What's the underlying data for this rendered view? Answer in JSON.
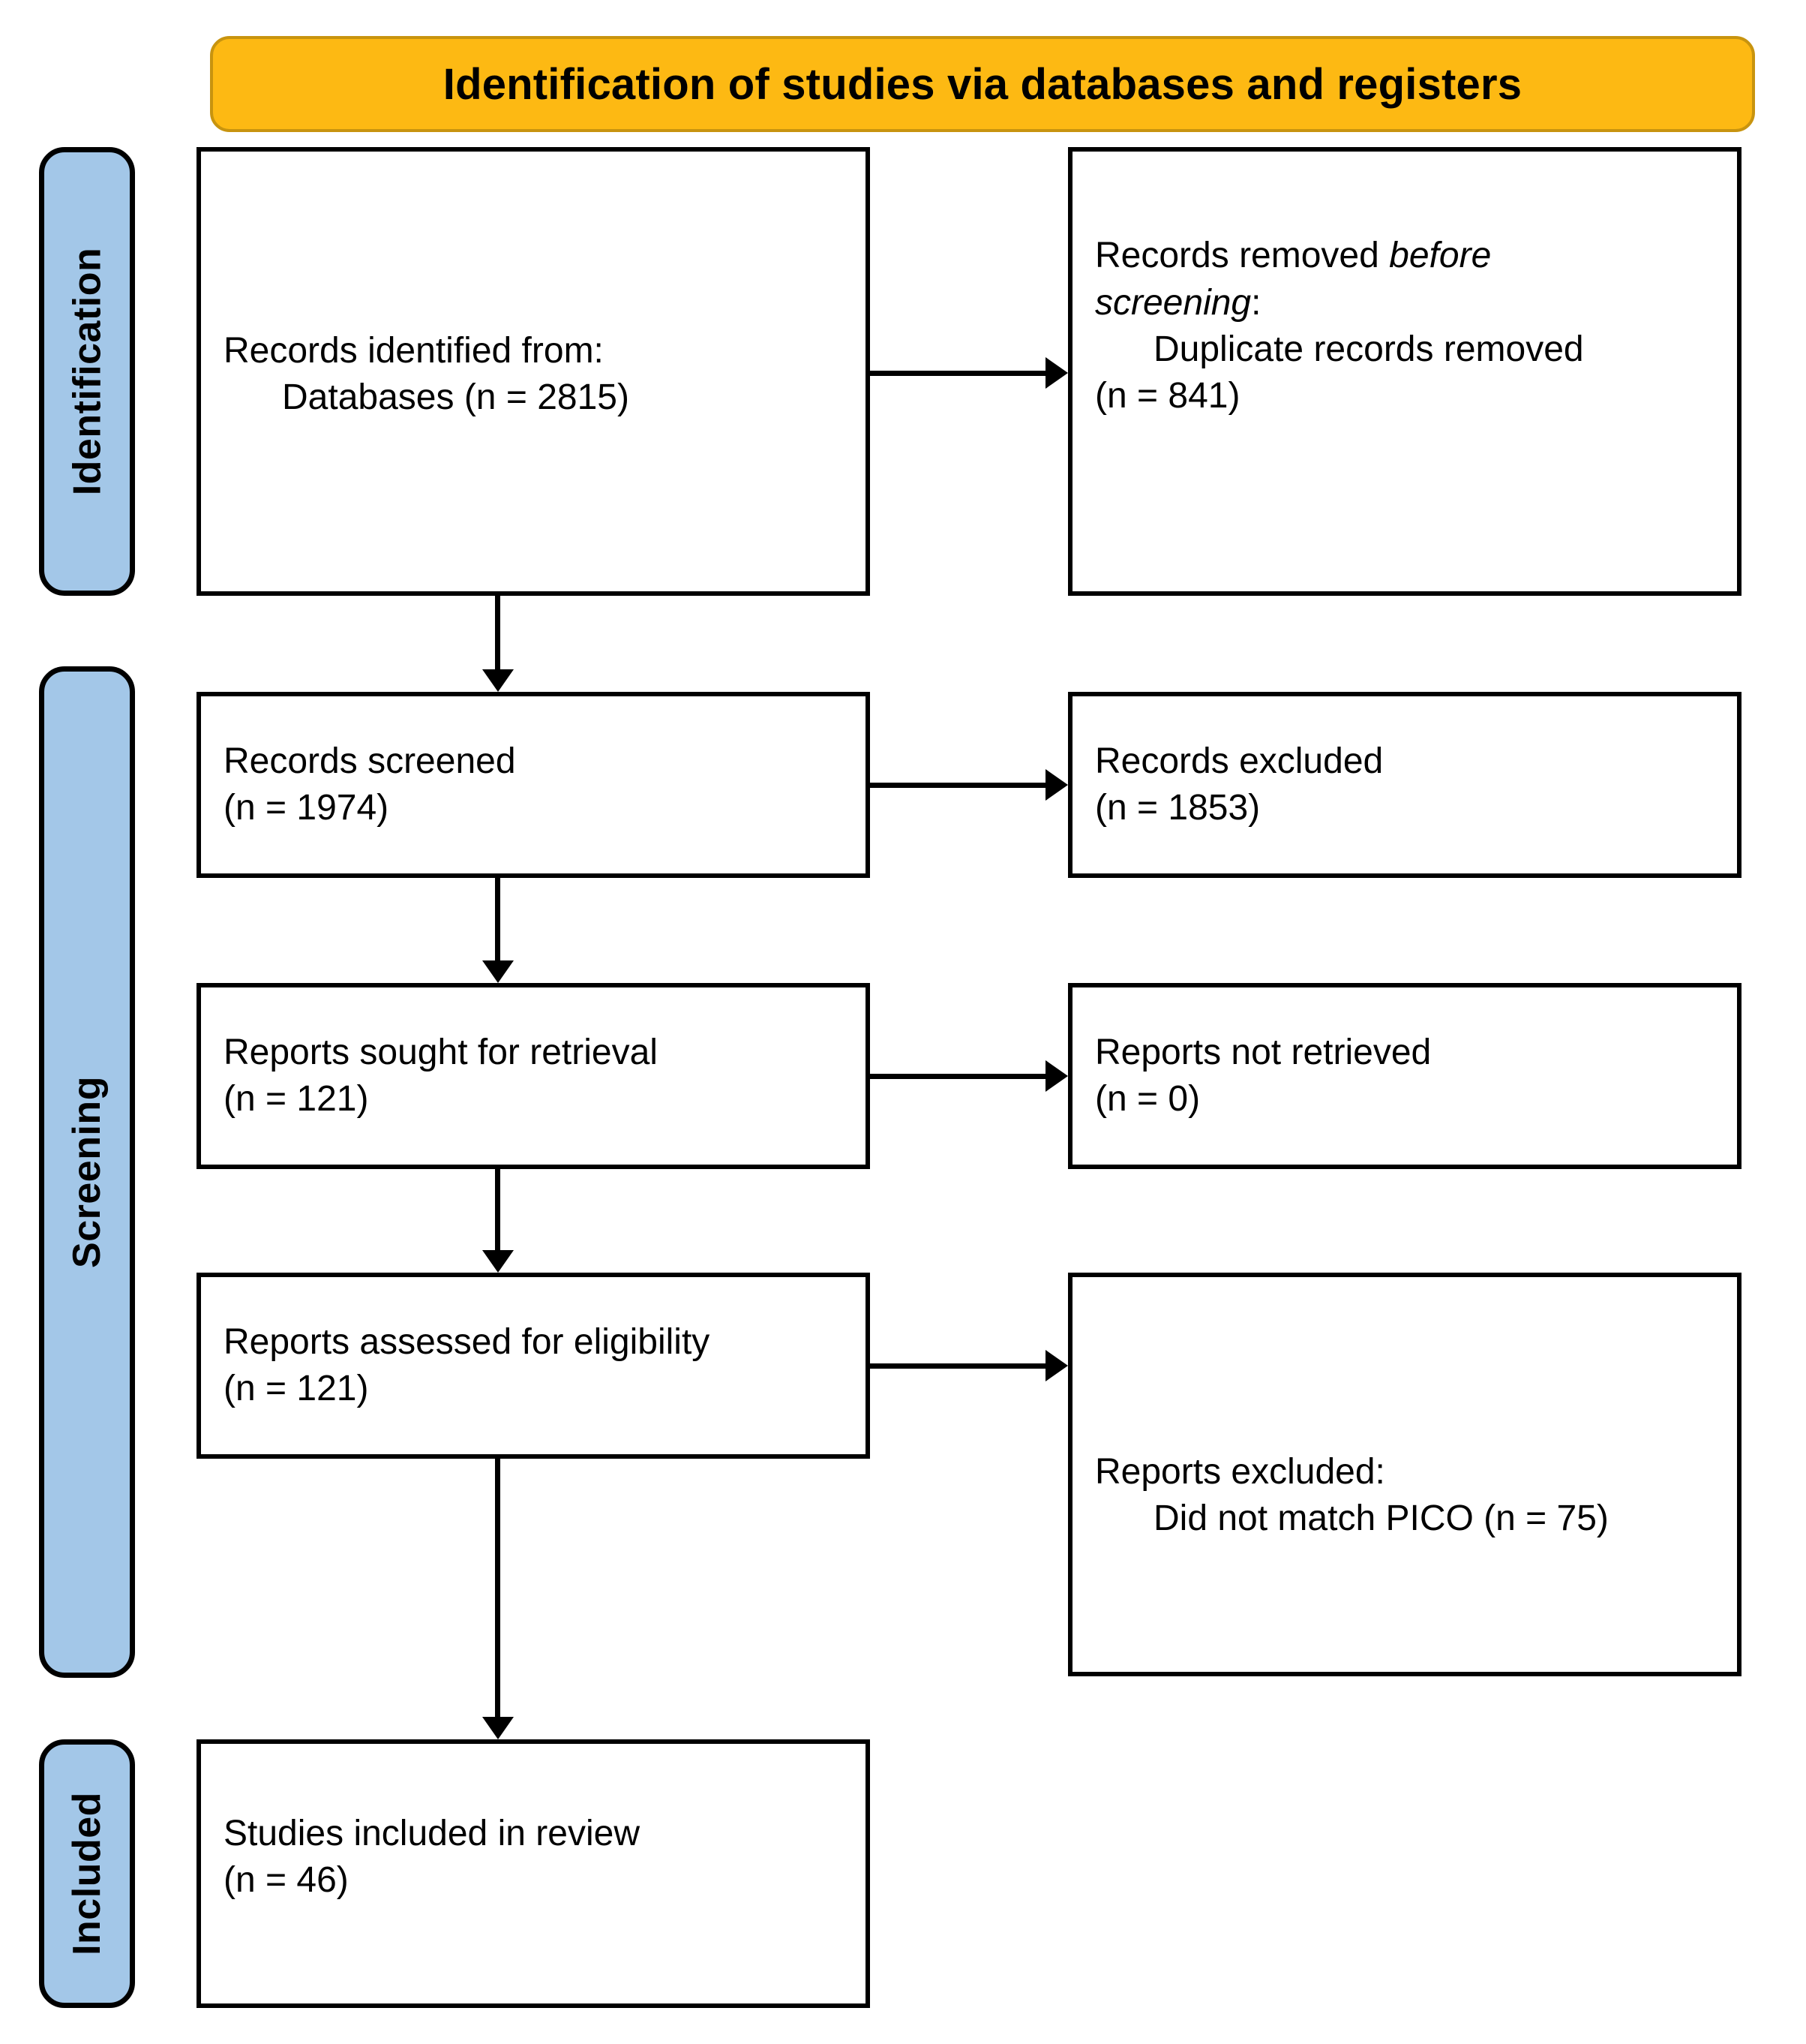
{
  "header": {
    "title": "Identification of studies via databases and registers"
  },
  "stages": [
    {
      "id": "identification",
      "label": "Identification"
    },
    {
      "id": "screening",
      "label": "Screening"
    },
    {
      "id": "included",
      "label": "Included"
    }
  ],
  "nodes": {
    "identified": {
      "line1": "Records identified from:",
      "line2": "Databases (n = 2815)"
    },
    "removed": {
      "line1_a": "Records removed ",
      "line1_b": "before",
      "line2_a": "screening",
      "line2_b": ":",
      "line3": "Duplicate records removed",
      "line4": "(n = 841)"
    },
    "screened": {
      "line1": "Records screened",
      "line2": "(n = 1974)"
    },
    "excluded": {
      "line1": "Records excluded",
      "line2": "(n = 1853)"
    },
    "sought": {
      "line1": "Reports sought for retrieval",
      "line2": "(n = 121)"
    },
    "not_retrieved": {
      "line1": "Reports not retrieved",
      "line2": "(n = 0)"
    },
    "assessed": {
      "line1": "Reports assessed for eligibility",
      "line2": "(n = 121)"
    },
    "reports_excluded": {
      "line1": "Reports excluded:",
      "line2": "Did not match PICO (n = 75)"
    },
    "included": {
      "line1": "Studies included in review",
      "line2": "(n = 46)"
    }
  },
  "colors": {
    "banner_fill": "#FDB913",
    "banner_border": "#C8940F",
    "stage_fill": "#A3C7E8",
    "box_border": "#000000",
    "text": "#000000"
  },
  "chart_data": {
    "type": "flowchart",
    "title": "Identification of studies via databases and registers",
    "stages": [
      "Identification",
      "Screening",
      "Included"
    ],
    "steps": [
      {
        "stage": "Identification",
        "label": "Records identified from: Databases",
        "n": 2815
      },
      {
        "stage": "Identification",
        "label": "Duplicate records removed (before screening)",
        "n": 841
      },
      {
        "stage": "Screening",
        "label": "Records screened",
        "n": 1974
      },
      {
        "stage": "Screening",
        "label": "Records excluded",
        "n": 1853
      },
      {
        "stage": "Screening",
        "label": "Reports sought for retrieval",
        "n": 121
      },
      {
        "stage": "Screening",
        "label": "Reports not retrieved",
        "n": 0
      },
      {
        "stage": "Screening",
        "label": "Reports assessed for eligibility",
        "n": 121
      },
      {
        "stage": "Screening",
        "label": "Reports excluded: Did not match PICO",
        "n": 75
      },
      {
        "stage": "Included",
        "label": "Studies included in review",
        "n": 46
      }
    ]
  }
}
